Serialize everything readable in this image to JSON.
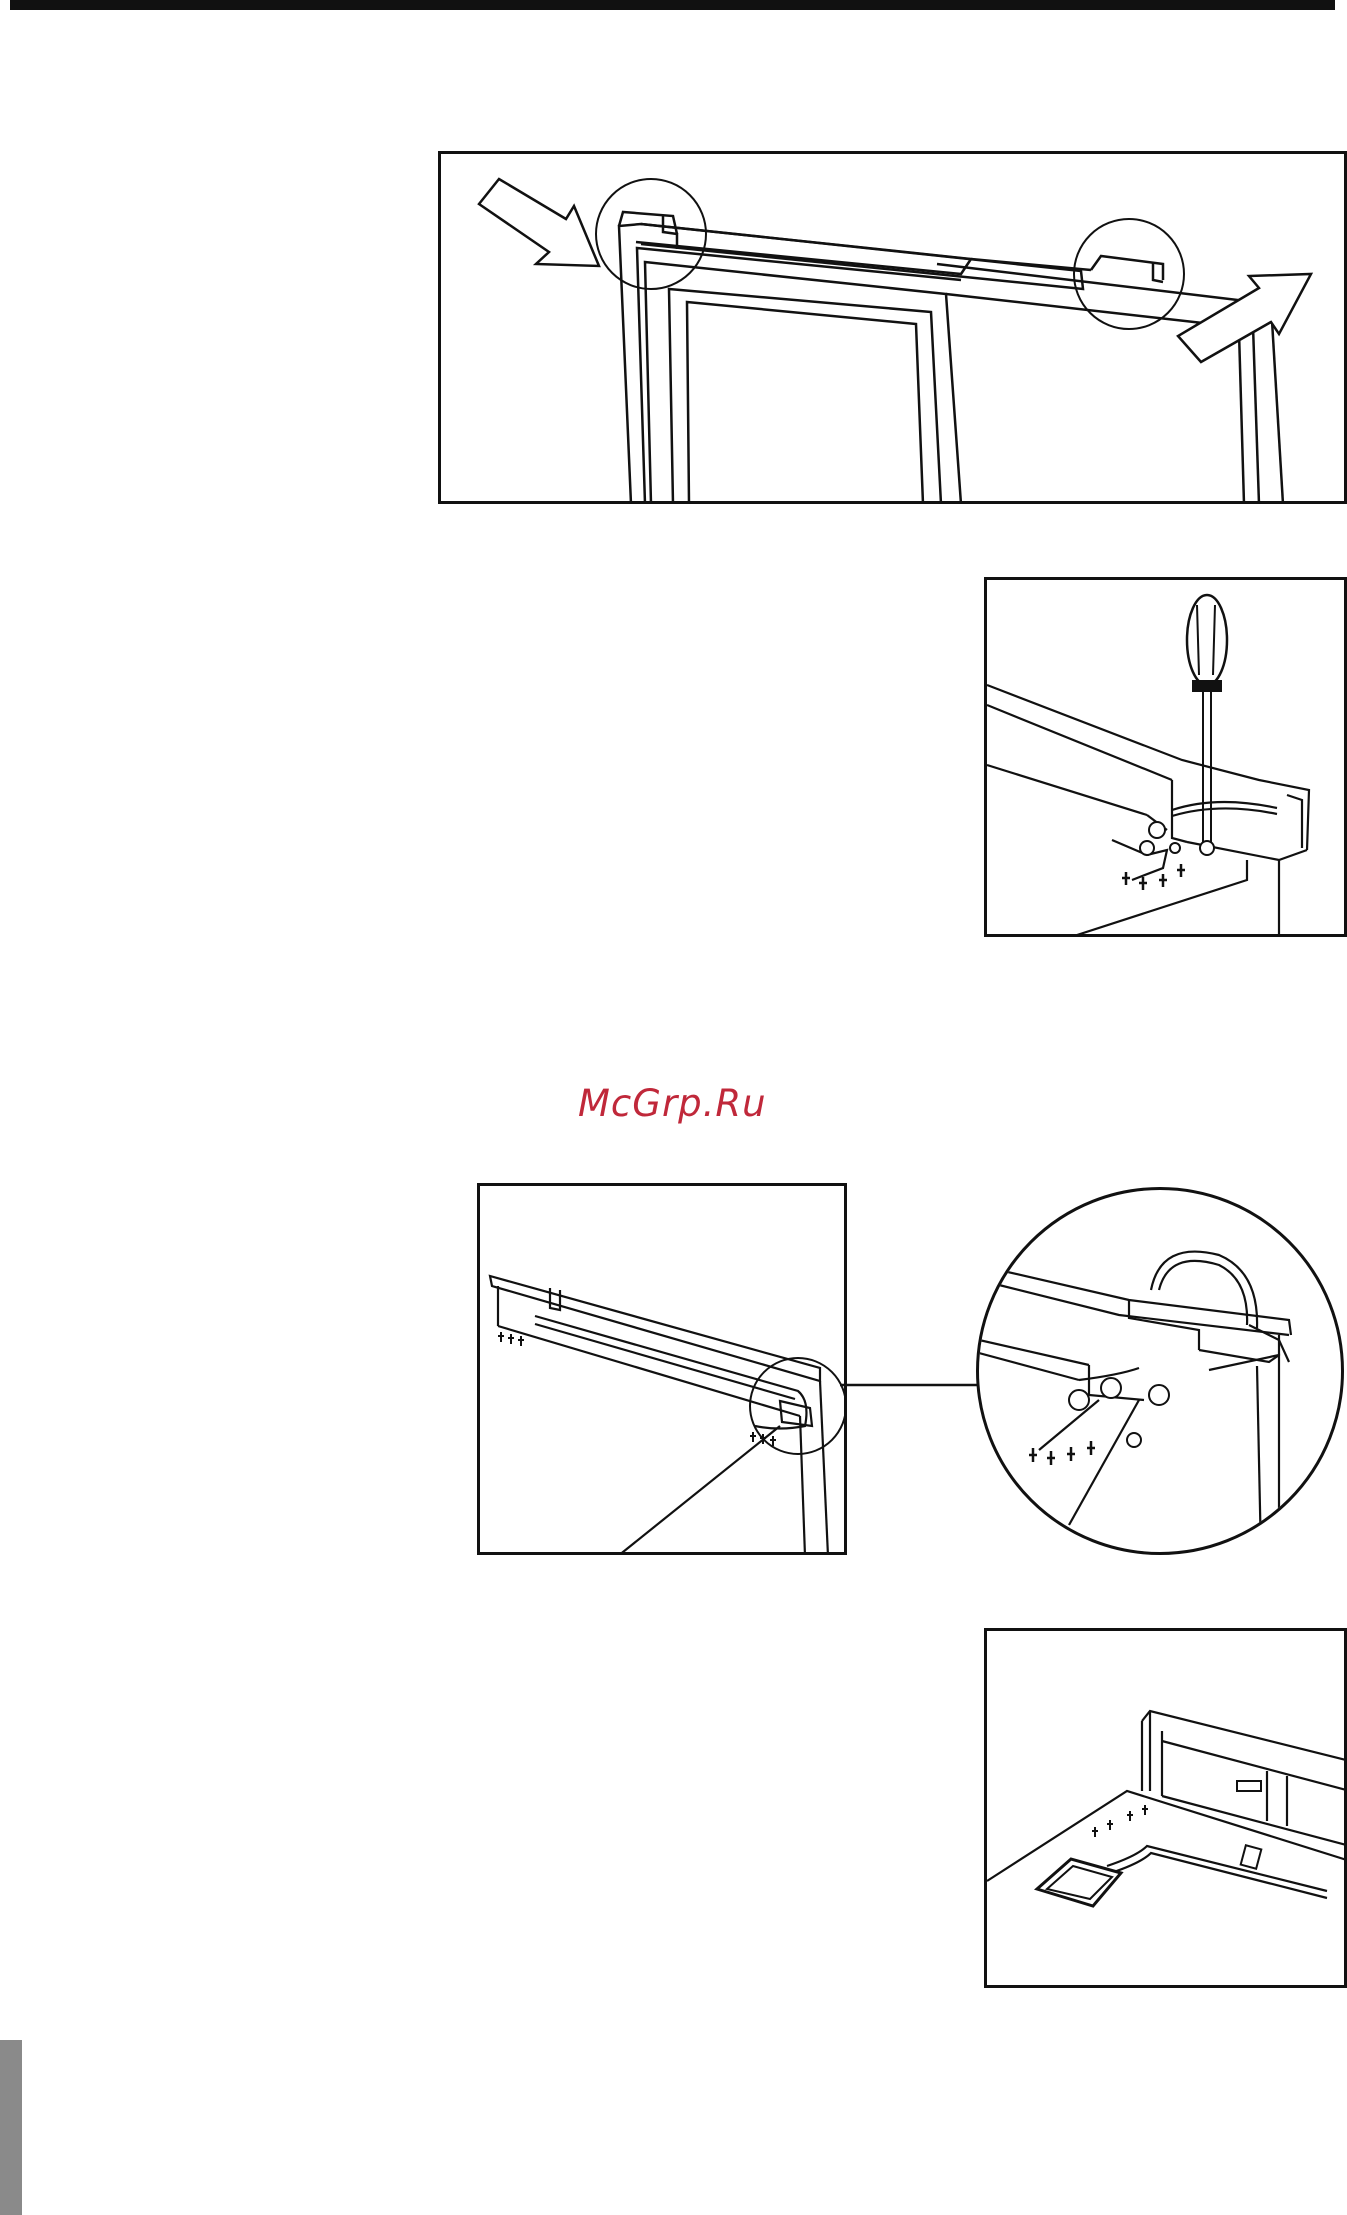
{
  "watermark": "McGrp.Ru",
  "figures": [
    {
      "id": "fig-1",
      "subject": "door-top-hinge-covers",
      "icons": [
        "arrow-in-icon",
        "arrow-out-icon"
      ]
    },
    {
      "id": "fig-2",
      "subject": "hinge-screw-removal",
      "icons": [
        "screwdriver-icon"
      ]
    },
    {
      "id": "fig-3",
      "subject": "hinge-cable-routing",
      "icons": [
        "magnifier-callout-icon"
      ]
    },
    {
      "id": "fig-4",
      "subject": "cable-grommet",
      "icons": [
        "grommet-icon"
      ]
    }
  ],
  "colors": {
    "line": "#111111",
    "watermark": "#c0283a",
    "side_tab": "#8a8a8a"
  }
}
